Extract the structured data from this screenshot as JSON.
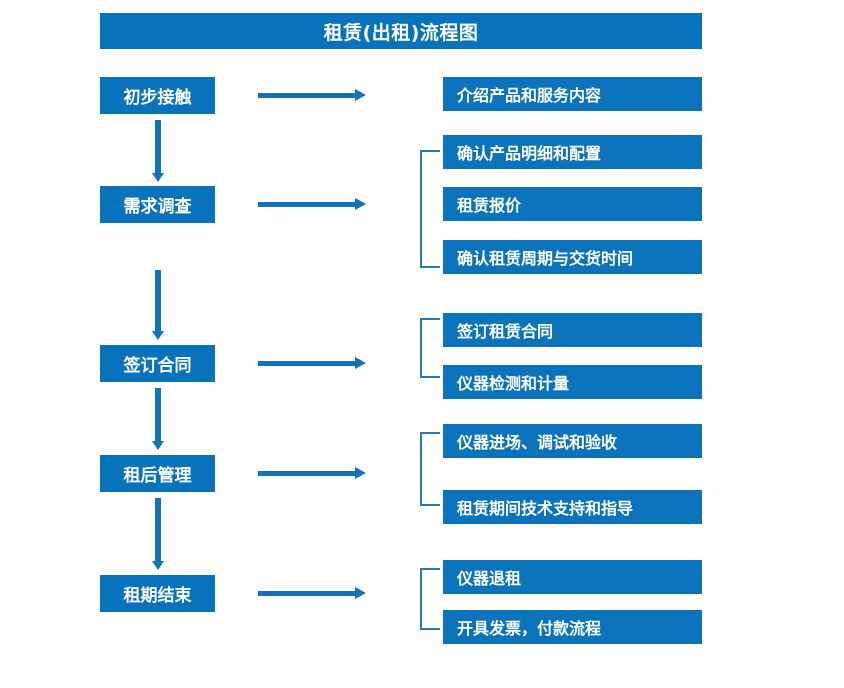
{
  "title": "租赁(出租)流程图",
  "colors": {
    "box_blue": "#0873BC",
    "detail_blue": "#0B73BB",
    "arrow_blue": "#1572B8",
    "bracket_blue": "#2E75B6",
    "text": "#FFFFFF",
    "background": "#FFFFFF"
  },
  "stages": [
    {
      "label": "初步接触"
    },
    {
      "label": "需求调查"
    },
    {
      "label": "签订合同"
    },
    {
      "label": "租后管理"
    },
    {
      "label": "租期结束"
    }
  ],
  "details": [
    {
      "label": "介绍产品和服务内容"
    },
    {
      "label": "确认产品明细和配置"
    },
    {
      "label": "租赁报价"
    },
    {
      "label": "确认租赁周期与交货时间"
    },
    {
      "label": "签订租赁合同"
    },
    {
      "label": "仪器检测和计量"
    },
    {
      "label": "仪器进场、调试和验收"
    },
    {
      "label": "租赁期间技术支持和指导"
    },
    {
      "label": "仪器退租"
    },
    {
      "label": "开具发票，付款流程"
    }
  ],
  "icons": {
    "down_arrow": "down-arrow-icon",
    "right_arrow": "right-arrow-icon",
    "bracket": "group-bracket-icon"
  }
}
